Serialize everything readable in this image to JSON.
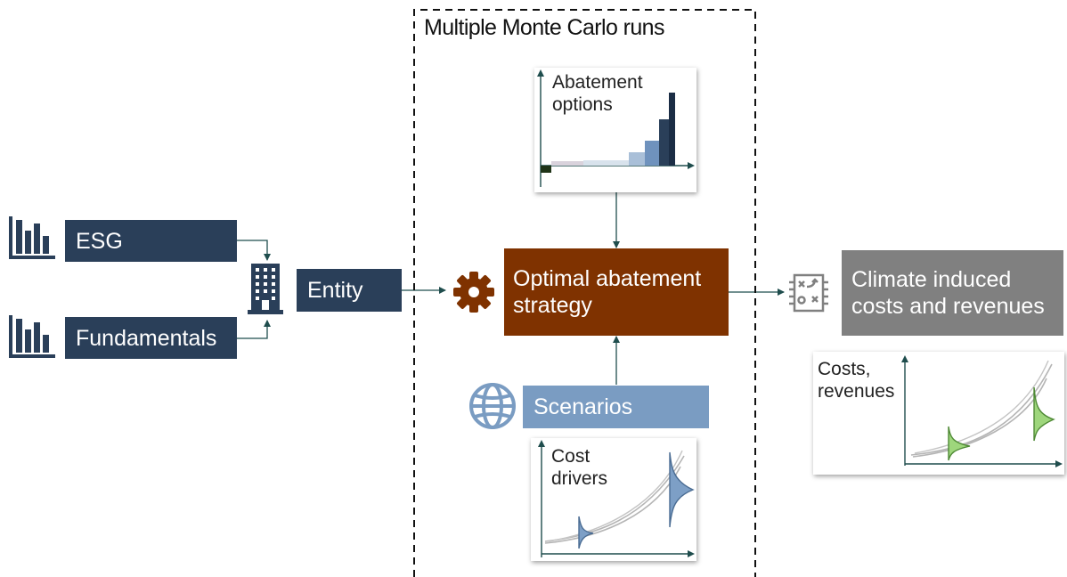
{
  "inputs": {
    "esg": "ESG",
    "fundamentals": "Fundamentals",
    "entity": "Entity"
  },
  "monte_carlo": {
    "title": "Multiple Monte Carlo runs",
    "strategy": "Optimal abatement\nstrategy",
    "scenarios": "Scenarios",
    "abatement_label": "Abatement\noptions",
    "cost_drivers_label": "Cost\ndrivers"
  },
  "output": {
    "title": "Climate induced\ncosts and revenues",
    "chart_label": "Costs,\nrevenues"
  },
  "colors": {
    "navy": "#2a3f59",
    "strategy": "#7f3200",
    "scenarios": "#7a9cc2",
    "output": "#808080",
    "arrow": "#1f4d4d",
    "blue_distribution": "#7d9fc6",
    "green_distribution": "#9ed67c"
  },
  "icons": {
    "data": "bar-chart-icon",
    "entity": "building-icon",
    "strategy": "gear-icon",
    "scenarios": "globe-icon",
    "output": "strategy-board-icon"
  }
}
